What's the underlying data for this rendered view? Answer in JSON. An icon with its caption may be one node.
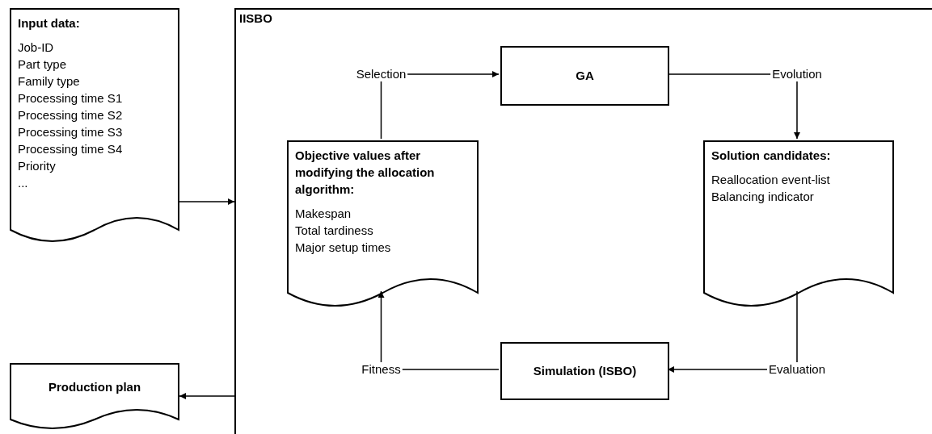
{
  "diagram": {
    "nodes": [
      {
        "text": [
          "Input data:",
          "Job-ID",
          "Part type",
          "Family type",
          "Processing time S1",
          "Processing time S2",
          "Processing time S3",
          "Processing time S4",
          "Priority",
          "..."
        ]
      },
      {
        "text": [
          "Production plan"
        ]
      },
      {
        "text": [
          "IISBO"
        ]
      },
      {
        "text": [
          "GA"
        ],
        "in": 2
      },
      {
        "text": [
          "Simulation (ISBO)"
        ],
        "in": 2
      },
      {
        "text": [
          "Objective values after modifying the allocation algorithm:",
          "Makespan",
          "Total tardiness",
          "Major setup times"
        ],
        "in": 2
      },
      {
        "text": [
          "Solution candidates:",
          "Reallocation event-list",
          "Balancing indicator"
        ],
        "in": 2
      }
    ],
    "edges": [
      {
        "from": 5,
        "to": 3,
        "arrow": "to",
        "label": "Selection"
      },
      {
        "from": 3,
        "to": 6,
        "arrow": "to",
        "label": "Evolution"
      },
      {
        "from": 6,
        "to": 4,
        "arrow": "to",
        "label": "Evaluation"
      },
      {
        "from": 4,
        "to": 5,
        "arrow": "to",
        "label": "Fitness"
      },
      {
        "from": 0,
        "to": 2,
        "arrow": "to"
      },
      {
        "from": 2,
        "to": 1,
        "arrow": "to"
      }
    ]
  }
}
